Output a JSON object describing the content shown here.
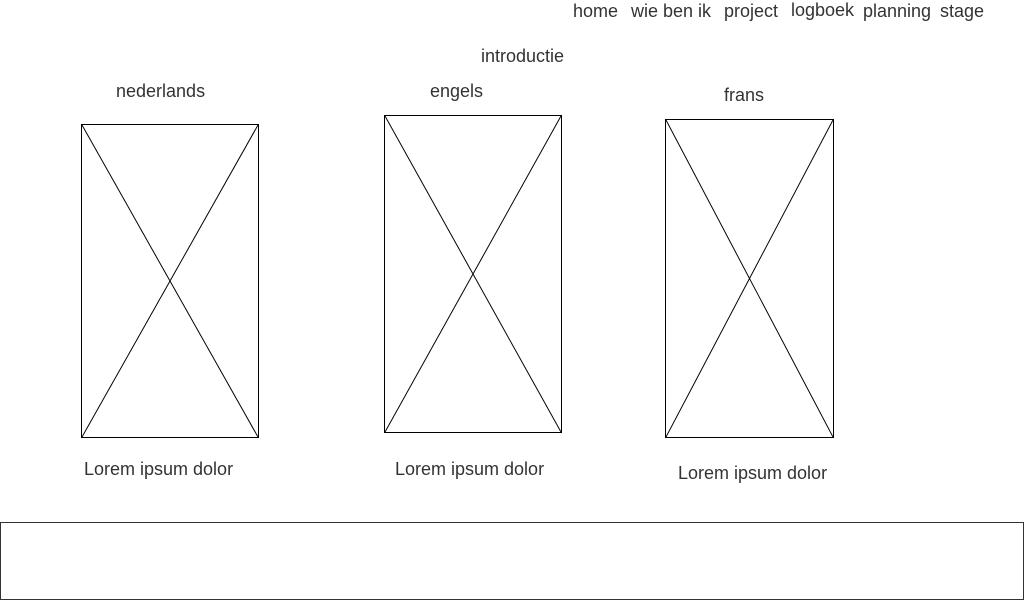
{
  "nav": {
    "items": [
      {
        "label": "home"
      },
      {
        "label": "wie ben ik"
      },
      {
        "label": "project"
      },
      {
        "label": "logboek"
      },
      {
        "label": "planning"
      },
      {
        "label": "stage"
      }
    ]
  },
  "intro": {
    "title": "introductie"
  },
  "columns": [
    {
      "heading": "nederlands",
      "caption": "Lorem ipsum dolor"
    },
    {
      "heading": "engels",
      "caption": "Lorem ipsum dolor"
    },
    {
      "heading": "frans",
      "caption": "Lorem ipsum dolor"
    }
  ],
  "colors": {
    "text": "#333333",
    "border": "#000000"
  }
}
